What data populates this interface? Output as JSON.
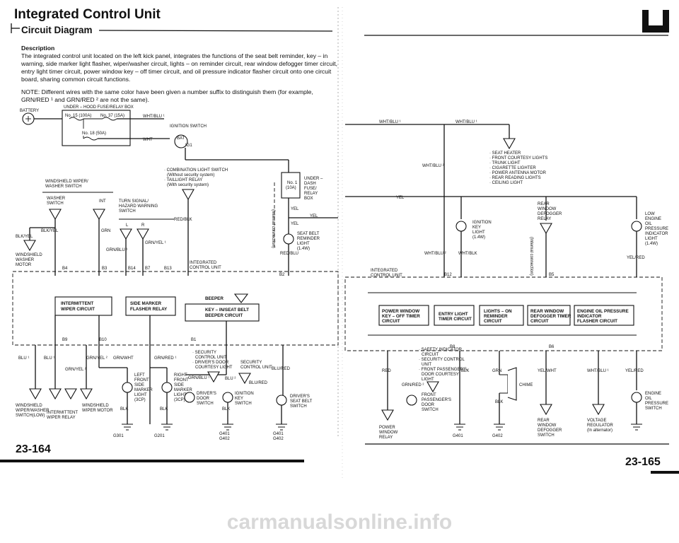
{
  "header": {
    "title": "Integrated Control Unit",
    "subtitle": "Circuit Diagram"
  },
  "description": {
    "heading": "Description",
    "lines": [
      "The integrated control unit located on the left kick panel, integrates the functions of the seat belt reminder, key – in",
      "warning, side marker light flasher, wiper/washer circuit, lights – on reminder circuit, rear window defogger timer circuit,",
      "entry light timer circuit, power window key – off timer circuit, and oil pressure indicator flasher circuit onto one circuit",
      "board, sharing common circuit functions."
    ],
    "note_lines": [
      "NOTE: Different wires with the same color have been given a number suffix to distinguish them (for example,",
      "GRN/RED ¹ and GRN/RED ² are not the same)."
    ]
  },
  "left_page": {
    "under_hood_box": "UNDER – HOOD FUSE/RELAY BOX",
    "battery": "BATTERY",
    "fuse_a": "No. 15 (100A)",
    "fuse_b": "No. 37 (15A)",
    "fuse_c": "No. 18 (50A)",
    "wire_whtblu1": "WHT/BLU ¹",
    "wire_wht": "WHT",
    "ignition_switch": "IGNITION SWITCH",
    "ig_bat": "BAT",
    "ig_ig1": "IG1",
    "windshield_wiper_washer_switch": [
      "WINDSHIELD WIPER/",
      "WASHER SWITCH"
    ],
    "washer_switch": [
      "WASHER",
      "SWITCH"
    ],
    "int": "INT",
    "combination_switch": [
      "· COMBINATION LIGHT SWITCH",
      "(Without security system)",
      "· TAILLIGHT RELAY",
      "(With security system)"
    ],
    "under_dash_fuse": [
      "UNDER –",
      "DASH",
      "FUSE/",
      "RELAY",
      "BOX"
    ],
    "fuse_no1": [
      "No. 1",
      "(10A)"
    ],
    "turn_signal": [
      "TURN SIGNAL/",
      "HAZARD WARNING",
      "SWITCH"
    ],
    "blk_yel": "BLK/YEL",
    "grn": "GRN",
    "red_blk": "RED/BLK",
    "l": "L",
    "r": "R",
    "grn_yel1": "GRN/YEL ¹",
    "grn_blu1": "GRN/BLU ¹",
    "yel": "YEL",
    "seat_belt_reminder": [
      "SEAT BELT",
      "REMINDER",
      "LIGHT",
      "(1.4W)"
    ],
    "internal_connection": "(Internal connection)",
    "red_blu": "RED/BLU",
    "windshield_washer_motor": [
      "WINDSHIELD",
      "WASHER",
      "MOTOR"
    ],
    "b4": "B4",
    "b3": "B3",
    "b14": "B14",
    "b7": "B7",
    "b13": "B13",
    "b2": "B2",
    "b9": "B9",
    "b10": "B10",
    "b1": "B1",
    "integrated_control_unit": [
      "INTEGRATED",
      "CONTROL UNIT"
    ],
    "intermittent_wiper_circuit": [
      "INTERMITTENT",
      "WIPER CIRCUIT"
    ],
    "side_marker_flasher": [
      "SIDE MARKER",
      "FLASHER RELAY"
    ],
    "beeper": "BEEPER",
    "key_in_beeper": [
      "KEY – IN/SEAT BELT",
      "BEEPER CIRCUIT"
    ],
    "blu1": "BLU ¹",
    "grn_yel2": "GRN/YEL ²",
    "grn_wht": "GRN/WHT",
    "grn_red1": "GRN/RED ¹",
    "blu2": "BLU ²",
    "blu_red": "BLU/RED",
    "security_list": [
      "· SECURITY",
      "CONTROL UNIT",
      "· DRIVER'S DOOR",
      "COURTESY LIGHT"
    ],
    "security_control_unit": [
      "SECURITY",
      "CONTROL UNIT"
    ],
    "left_front_marker": [
      "LEFT",
      "FRONT",
      "SIDE",
      "MARKER",
      "LIGHT",
      "(3CP)"
    ],
    "right_front_marker": [
      "RIGHT",
      "FRONT",
      "SIDE",
      "MARKER",
      "LIGHT",
      "(3CP)"
    ],
    "drivers_door_switch": [
      "DRIVER'S",
      "DOOR",
      "SWITCH"
    ],
    "ignition_key_switch": [
      "IGNITION",
      "KEY",
      "SWITCH"
    ],
    "drivers_seat_belt_switch": [
      "DRIVER'S",
      "SEAT BELT",
      "SWITCH"
    ],
    "windshield_wiper_washer_low": [
      "WINDSHIELD",
      "WIPER/WASHER",
      "SWITCH(LOW)"
    ],
    "intermittent_wiper_relay": [
      "INTERMITTENT",
      "WIPER RELAY"
    ],
    "windshield_wiper_motor": [
      "WINDSHIELD",
      "WIPER MOTOR"
    ],
    "blk": "BLK",
    "g301": "G301",
    "g201": "G201",
    "g401_g402": [
      "G401",
      "G402"
    ],
    "page_number": "23-164"
  },
  "right_page": {
    "wire_whtblu1": "WHT/BLU ¹",
    "wire_whtblu2": "WHT/BLU ²",
    "wire_whtblu1_b": "WHT/BLU ¹",
    "loads": [
      "· SEAT HEATER",
      "· FRONT COURTESY LIGHTS",
      "· TRUNK LIGHT",
      "· CIGARETTE LIGHTER",
      "· POWER ANTENNA MOTOR",
      "· REAR READING LIGHTS",
      "· CEILING LIGHT"
    ],
    "yel": "YEL",
    "ignition_key_light": [
      "IGNITION",
      "KEY",
      "LIGHT",
      "(1.4W)"
    ],
    "rear_window_defogger_relay": [
      "REAR",
      "WINDOW",
      "DEFOGGER",
      "RELAY"
    ],
    "low_engine_oil": [
      "LOW",
      "ENGINE",
      "OIL",
      "PRESSURE",
      "INDICATOR",
      "LIGHT",
      "(1.4W)"
    ],
    "internal_connection": "(Internal connection)",
    "wht_blu2_b": "WHT/BLU ²",
    "wht_blk": "WHT/BLK",
    "yel_red": "YEL/RED",
    "integrated_control_unit": [
      "INTEGRATED",
      "CONTROL UNIT"
    ],
    "b12": "B12",
    "b5": "B5",
    "power_window_circuit": [
      "POWER WINDOW",
      "KEY – OFF TIMER",
      "CIRCUIT"
    ],
    "entry_light_circuit": [
      "ENTRY LIGHT",
      "TIMER CIRCUIT"
    ],
    "lights_on_circuit": [
      "LIGHTS – ON",
      "REMINDER",
      "CIRCUIT"
    ],
    "rear_window_defogger_circuit": [
      "REAR WINDOW",
      "DEFOGGER TIMER",
      "CIRCUIT"
    ],
    "engine_oil_circuit": [
      "ENGINE OIL PRESSURE",
      "INDICATOR",
      "FLASHER CIRCUIT"
    ],
    "b8": "B8",
    "b6": "B6",
    "safety_list": [
      "· SAFETY INDICATOR",
      "CIRCUIT",
      "· SECURITY CONTROL",
      "UNIT",
      "· FRONT PASSENGER'S",
      "DOOR COURTESY",
      "LIGHT"
    ],
    "red": "RED",
    "grn_red2": "GRN/RED ²",
    "blk": "BLK",
    "grn": "GRN",
    "chime": "CHIME",
    "yel_wht": "YEL/WHT",
    "wht_blu1_c": "WHT/BLU ¹",
    "yel_red_b": "YEL/RED",
    "front_passenger_door_switch": [
      "FRONT",
      "PASSENGER'S",
      "DOOR",
      "SWITCH"
    ],
    "power_window_relay": [
      "POWER",
      "WINDOW",
      "RELAY"
    ],
    "rear_window_defogger_switch": [
      "REAR",
      "WINDOW",
      "DEFOGGER",
      "SWITCH"
    ],
    "voltage_regulator": [
      "VOLTAGE",
      "REGULATOR",
      "(In alternator)"
    ],
    "engine_oil_switch": [
      "ENGINE",
      "OIL",
      "PRESSURE",
      "SWITCH"
    ],
    "g401": "G401",
    "g402": "G402",
    "page_number": "23-165"
  },
  "watermark": "carmanualsonline.info"
}
